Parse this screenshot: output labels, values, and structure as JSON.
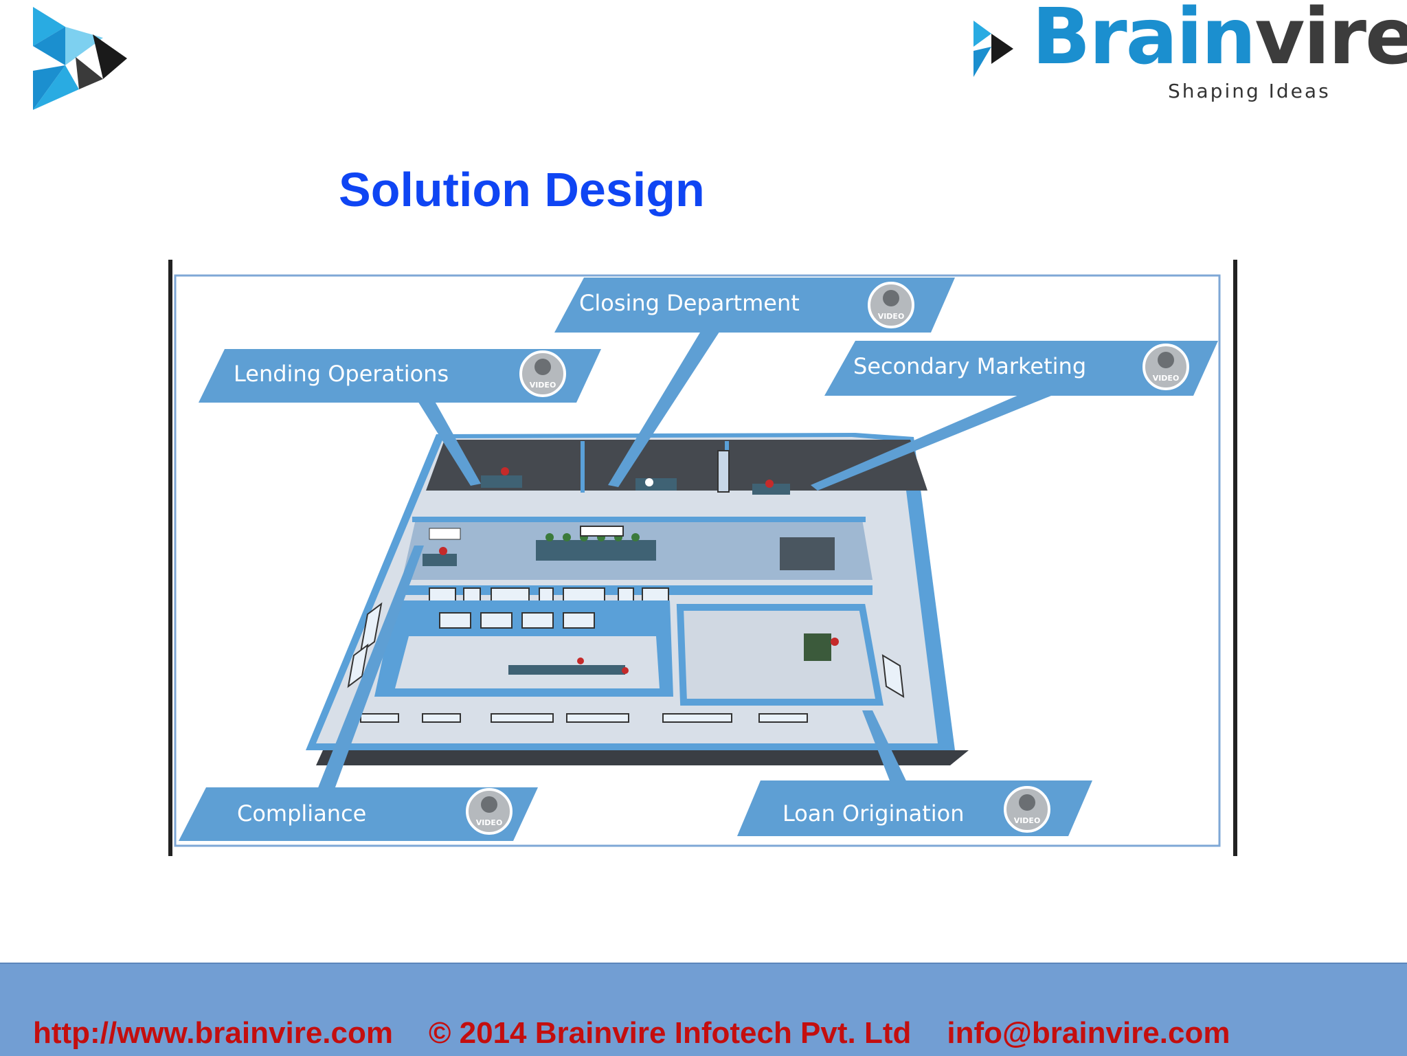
{
  "brand": {
    "name_part1": "Brain",
    "name_part2": "vire",
    "tagline": "Shaping Ideas",
    "colors": {
      "blue": "#1b8fcf",
      "dark": "#3c3c3c"
    }
  },
  "slide": {
    "title": "Solution Design",
    "title_color": "#0f45f3"
  },
  "diagram": {
    "labels": {
      "closing_department": "Closing Department",
      "lending_operations": "Lending Operations",
      "secondary_marketing": "Secondary Marketing",
      "compliance": "Compliance",
      "loan_origination": "Loan Origination"
    },
    "video_badge": "VIDEO",
    "callout_color": "#5e9fd4"
  },
  "footer": {
    "website": "http://www.brainvire.com",
    "copyright": "© 2014 Brainvire Infotech Pvt. Ltd",
    "email": "info@brainvire.com",
    "background": "#729ed3",
    "text_color": "#c40e0e"
  }
}
